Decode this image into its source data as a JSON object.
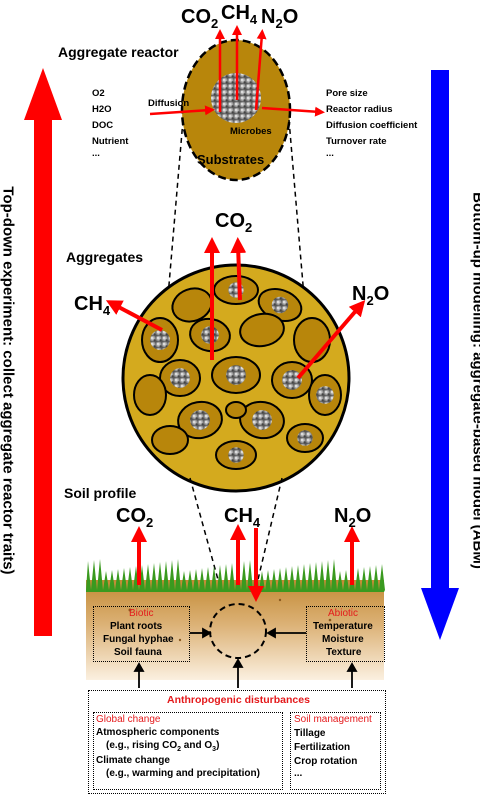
{
  "top_gases": {
    "co2": "CO",
    "ch4": "CH",
    "n2o": "N",
    "co2_sub": "2",
    "ch4_sub": "4",
    "n2o_sub": "2",
    "n2o_tail": "O"
  },
  "aggregate_reactor": {
    "title": "Aggregate reactor",
    "inputs": [
      "O2",
      "H2O",
      "DOC",
      "Nutrient",
      "..."
    ],
    "diffusion": "Diffusion",
    "microbes": "Microbes",
    "substrates": "Substrates",
    "traits": [
      "Pore size",
      "Reactor radius",
      "Diffusion coefficient",
      "Turnover rate",
      "..."
    ]
  },
  "aggregates": {
    "title": "Aggregates",
    "co2": "CO",
    "co2_sub": "2",
    "ch4": "CH",
    "ch4_sub": "4",
    "n2o": "N",
    "n2o_sub": "2",
    "n2o_tail": "O"
  },
  "soil_profile": {
    "title": "Soil profile",
    "co2": "CO",
    "co2_sub": "2",
    "ch4": "CH",
    "ch4_sub": "4",
    "n2o": "N",
    "n2o_sub": "2",
    "n2o_tail": "O",
    "biotic": {
      "title": "Biotic",
      "items": [
        "Plant roots",
        "Fungal hyphae",
        "Soil fauna"
      ]
    },
    "abiotic": {
      "title": "Abiotic",
      "items": [
        "Temperature",
        "Moisture",
        "Texture"
      ]
    }
  },
  "anthropogenic": {
    "title": "Anthropogenic disturbances",
    "global_change": {
      "title": "Global change",
      "lines": [
        "Atmospheric components",
        "(e.g., rising CO",
        "2",
        " and O",
        "3",
        ")",
        "Climate change",
        "(e.g., warming and precipitation)"
      ]
    },
    "soil_management": {
      "title": "Soil management",
      "items": [
        "Tillage",
        "Fertilization",
        "Crop rotation",
        "..."
      ]
    }
  },
  "side_labels": {
    "left": "Top-down experiment: collect aggregate reactor traits)",
    "right": "Bottom-up modelling: aggregate-based model (ABM)"
  },
  "colors": {
    "red_arrow": "#ff0000",
    "blue_arrow": "#0000ff",
    "aggregate_fill": "#b8860b",
    "aggregate_dark": "#9a6b12",
    "grain_fill": "#d4aa1e",
    "soil_top": "#c8923a",
    "soil_bottom": "#f3dcb8",
    "grass": "#3a9a1f",
    "label_red": "#e41a1c"
  }
}
